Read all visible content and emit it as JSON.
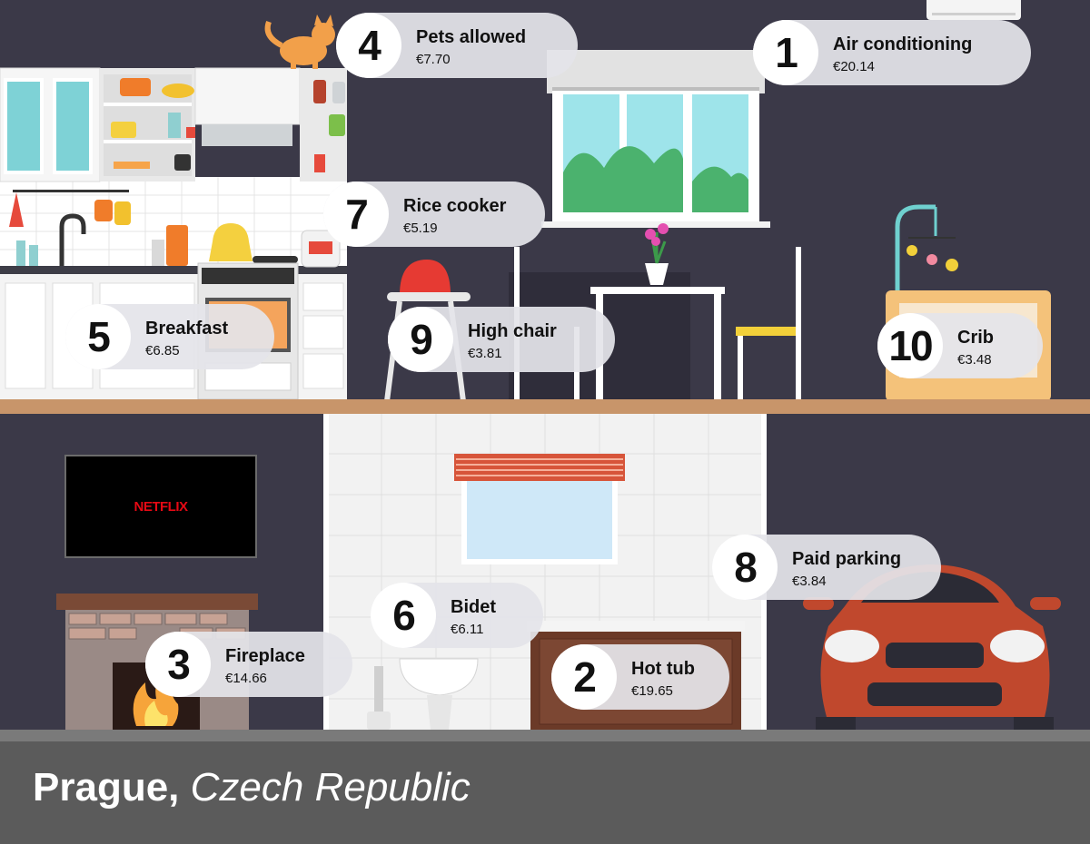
{
  "location": {
    "city": "Prague,",
    "country": "Czech Republic"
  },
  "tv": {
    "brand_text": "NETFLIX"
  },
  "amenities": [
    {
      "rank": "1",
      "name": "Air conditioning",
      "price": "€20.14"
    },
    {
      "rank": "2",
      "name": "Hot tub",
      "price": "€19.65"
    },
    {
      "rank": "3",
      "name": "Fireplace",
      "price": "€14.66"
    },
    {
      "rank": "4",
      "name": "Pets allowed",
      "price": "€7.70"
    },
    {
      "rank": "5",
      "name": "Breakfast",
      "price": "€6.85"
    },
    {
      "rank": "6",
      "name": "Bidet",
      "price": "€6.11"
    },
    {
      "rank": "7",
      "name": "Rice cooker",
      "price": "€5.19"
    },
    {
      "rank": "8",
      "name": "Paid parking",
      "price": "€3.84"
    },
    {
      "rank": "9",
      "name": "High chair",
      "price": "€3.81"
    },
    {
      "rank": "10",
      "name": "Crib",
      "price": "€3.48"
    }
  ],
  "colors": {
    "wall_upper": "#3b3948",
    "wall_lower": "#3b3948",
    "floor": "#c8956a",
    "bathroom_wall": "#f2f2f2",
    "footer": "#5b5b5b",
    "car": "#c0482d",
    "netflix_red": "#e50914"
  }
}
